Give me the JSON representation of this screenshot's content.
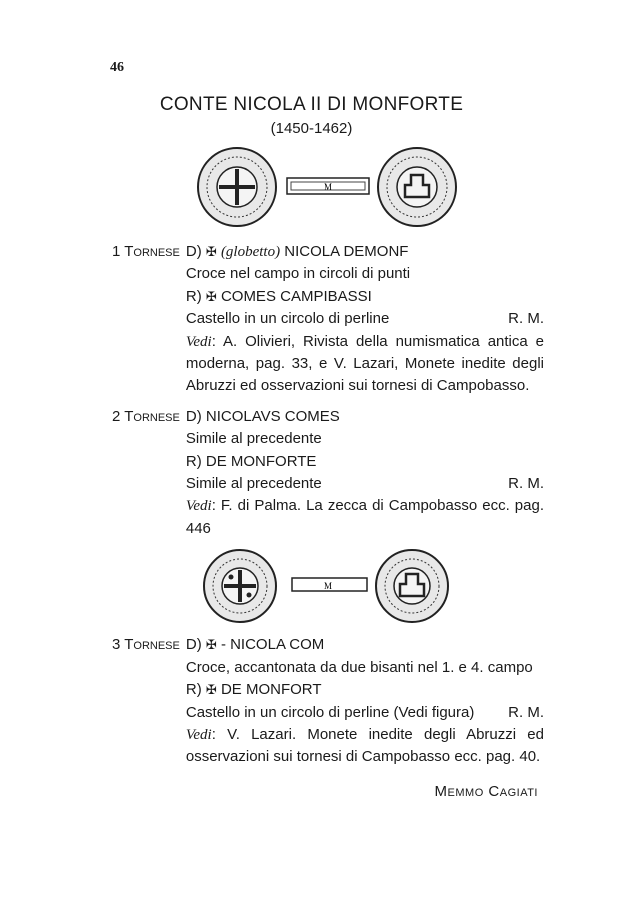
{
  "page_number": "46",
  "title": "CONTE NICOLA II DI MONFORTE",
  "dates": "(1450-1462)",
  "figure_scale_label": "M",
  "entries": [
    {
      "label": "1 Tornese",
      "d_prefix": "D)",
      "d_note": "(globetto)",
      "d_legend": "NICOLA DEMONF",
      "d_desc": "Croce nel campo in circoli di punti",
      "r_prefix": "R)",
      "r_legend": "COMES CAMPIBASSI",
      "r_desc": "Castello in un circolo di perline",
      "rarity": "R. M.",
      "vedi_label": "Vedi",
      "vedi_text": ": A. Olivieri, Rivista della numismatica antica e moderna, pag. 33, e V. Lazari, Monete inedite degli Abruzzi ed osservazioni sui tornesi di Campobasso."
    },
    {
      "label": "2 Tornese",
      "d_prefix": "D)",
      "d_legend": "NICOLAVS COMES",
      "d_desc": "Simile al precedente",
      "r_prefix": "R)",
      "r_legend": "DE MONFORTE",
      "r_desc": "Simile al precedente",
      "rarity": "R. M.",
      "vedi_label": "Vedi",
      "vedi_text": ": F. di Palma. La zecca di Campobasso ecc. pag. 446"
    },
    {
      "label": "3 Tornese",
      "d_prefix": "D)",
      "d_legend": "- NICOLA COM",
      "d_desc": "Croce, accantonata da due bisanti nel 1. e 4. campo",
      "r_prefix": "R)",
      "r_legend": "DE MONFORT",
      "r_desc": "Castello in un circolo di perline (Vedi figura)",
      "rarity": "R. M.",
      "vedi_label": "Vedi",
      "vedi_text": ": V. Lazari. Monete inedite degli Abruzzi ed osservazioni sui tornesi di Campobasso ecc. pag. 40."
    }
  ],
  "signature": "Memmo Cagiati"
}
